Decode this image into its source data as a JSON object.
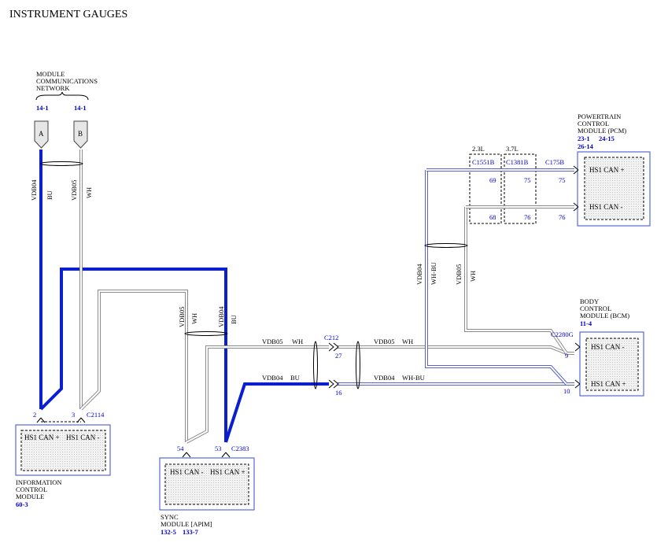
{
  "title": "INSTRUMENT GAUGES",
  "network": {
    "name_lines": [
      "MODULE",
      "COMMUNICATIONS",
      "NETWORK"
    ],
    "refs": [
      "14-1",
      "14-1"
    ],
    "connectors": [
      "A",
      "B"
    ]
  },
  "wires": {
    "vdb04": "VDB04",
    "vdb05": "VDB05",
    "bu": "BU",
    "wh": "WH",
    "whbu": "WH-BU"
  },
  "engine_options": [
    "2.3L",
    "3.7L"
  ],
  "connectors": {
    "c1551b": "C1551B",
    "c1381b": "C1381B",
    "c175b": "C175B",
    "c2280g": "C2280G",
    "c212": "C212",
    "c2114": "C2114",
    "c2383": "C2383"
  },
  "pins": {
    "c1551b_a": "69",
    "c1551b_b": "68",
    "c1381b_a": "75",
    "c1381b_b": "76",
    "c175b_a": "75",
    "c175b_b": "76",
    "c2280g_a": "9",
    "c2280g_b": "10",
    "c212_a": "27",
    "c212_b": "16",
    "icm_a": "2",
    "icm_b": "3",
    "sync_a": "54",
    "sync_b": "53"
  },
  "modules": {
    "pcm": {
      "name_lines": [
        "POWERTRAIN",
        "CONTROL",
        "MODULE (PCM)"
      ],
      "refs": [
        "23-1",
        "24-15",
        "26-14"
      ],
      "signals": [
        "HS1 CAN +",
        "HS1 CAN -"
      ]
    },
    "bcm": {
      "name_lines": [
        "BODY",
        "CONTROL",
        "MODULE (BCM)"
      ],
      "refs": [
        "11-4"
      ],
      "signals": [
        "HS1 CAN -",
        "HS1 CAN +"
      ]
    },
    "icm": {
      "name_lines": [
        "INFORMATION",
        "CONTROL",
        "MODULE"
      ],
      "refs": [
        "60-3"
      ],
      "signals": [
        "HS1 CAN +",
        "HS1 CAN -"
      ]
    },
    "sync": {
      "name_lines": [
        "SYNC",
        "MODULE [APIM]"
      ],
      "refs": [
        "132-5",
        "133-7"
      ],
      "signals": [
        "HS1 CAN -",
        "HS1 CAN +"
      ]
    }
  },
  "colors": {
    "wire_bu": "#0a1fd0",
    "wire_whbu_edge": "#5a64c8",
    "wire_wh_edge": "#8c8c8c",
    "module_border": "#3a4ad0",
    "module_fill": "#ececec",
    "label_blue": "#0000cc"
  }
}
